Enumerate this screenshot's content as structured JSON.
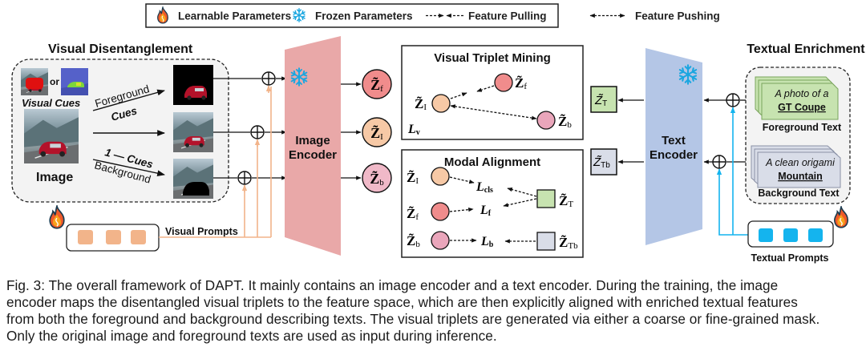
{
  "legend": {
    "learnable": "Learnable Parameters",
    "frozen": "Frozen Parameters",
    "pulling": "Feature Pulling",
    "pushing": "Feature Pushing",
    "learnable_icon": "fire-icon",
    "frozen_icon": "snowflake-icon"
  },
  "visual_disentanglement": {
    "title": "Visual Disentanglement",
    "or_label": "or",
    "visual_cues_label": "Visual Cues",
    "image_label": "Image",
    "foreground_arrow_top": "Foreground",
    "foreground_arrow_bottom": "Cues",
    "background_arrow_top": "1 — Cues",
    "background_arrow_bottom": "Background"
  },
  "visual_prompts": {
    "label": "Visual Prompts",
    "token_count": 3,
    "color": "#f2b48a"
  },
  "image_encoder": {
    "line1": "Image",
    "line2": "Encoder",
    "color": "#e9a8a8",
    "frozen": true
  },
  "visual_features": [
    {
      "symbol": "Z̃",
      "sub": "f",
      "color": "#f08c8c"
    },
    {
      "symbol": "Z̃",
      "sub": "I",
      "color": "#f7c9a6"
    },
    {
      "symbol": "Z̃",
      "sub": "b",
      "color": "#f0b9c8"
    }
  ],
  "triplet_mining": {
    "title": "Visual Triplet Mining",
    "zf": "f",
    "zi": "I",
    "zb": "b",
    "loss": "L",
    "loss_sub": "v"
  },
  "modal_alignment": {
    "title": "Modal Alignment",
    "rows": [
      {
        "feat_sub": "I",
        "loss_sub": "cls"
      },
      {
        "feat_sub": "f",
        "loss_sub": "f"
      },
      {
        "feat_sub": "b",
        "loss_sub": "b"
      }
    ],
    "zt_sub": "T",
    "ztb_sub": "Tb",
    "loss": "L"
  },
  "text_features": [
    {
      "symbol": "Z̃",
      "sub": "T",
      "color": "#c7e3b0"
    },
    {
      "symbol": "Z̃",
      "sub": "Tb",
      "color": "#d9dde8"
    }
  ],
  "text_encoder": {
    "line1": "Text",
    "line2": "Encoder",
    "color": "#b4c6e6",
    "frozen": true
  },
  "textual_enrichment": {
    "title": "Textual Enrichment",
    "foreground_card_line1": "A photo of a",
    "foreground_card_line2": "GT Coupe",
    "foreground_label": "Foreground Text",
    "background_card_line1": "A clean origami",
    "background_card_line2": "Mountain",
    "background_label": "Background Text"
  },
  "textual_prompts": {
    "label": "Textual Prompts",
    "token_count": 3,
    "color": "#14b4ee"
  },
  "caption": {
    "lines": [
      "Fig. 3: The overall framework of DAPT. It mainly contains an image encoder and a text encoder. During the training, the image",
      "encoder maps the disentangled visual triplets to the feature space, which are then explicitly aligned with enriched textual features",
      "from both the foreground and background describing texts. The visual triplets are generated via either a coarse or fine-grained mask.",
      "Only the original image and foreground texts are used as input during inference."
    ]
  }
}
